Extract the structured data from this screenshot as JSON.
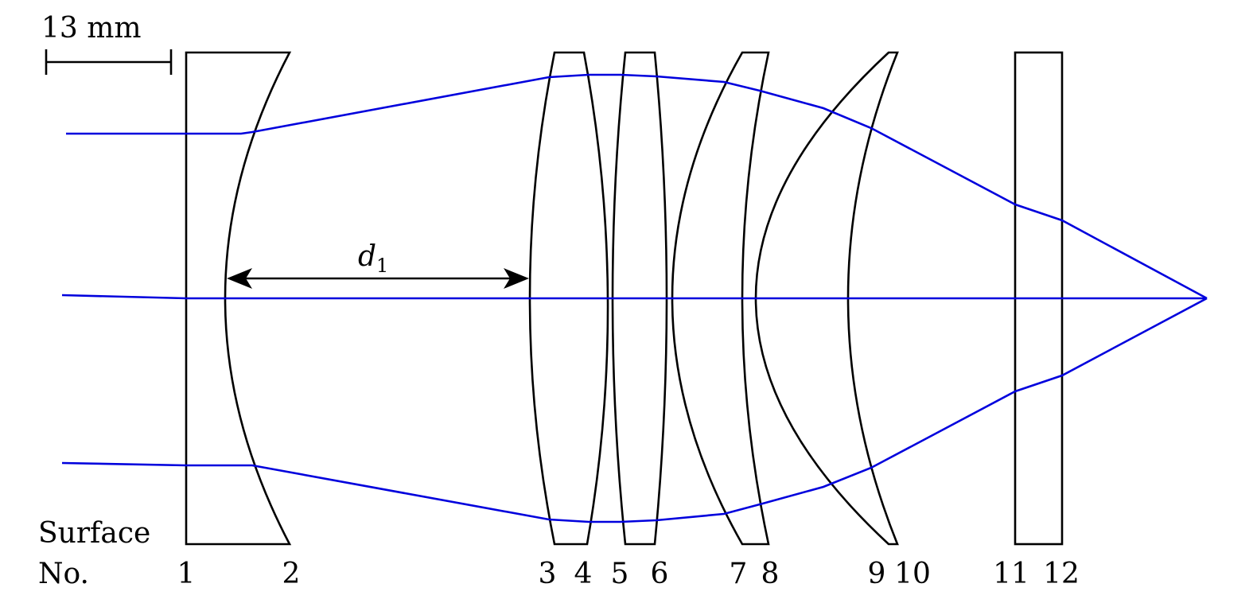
{
  "scale_bar": {
    "label": "13 mm"
  },
  "dimension": {
    "symbol": "d",
    "subscript": "1"
  },
  "surface_caption": {
    "line1": "Surface",
    "line2": "No."
  },
  "surface_numbers": [
    "1",
    "2",
    "3",
    "4",
    "5",
    "6",
    "7",
    "8",
    "9",
    "10",
    "11",
    "12"
  ],
  "colors": {
    "ray": "#0000dd",
    "lens": "#000000"
  }
}
